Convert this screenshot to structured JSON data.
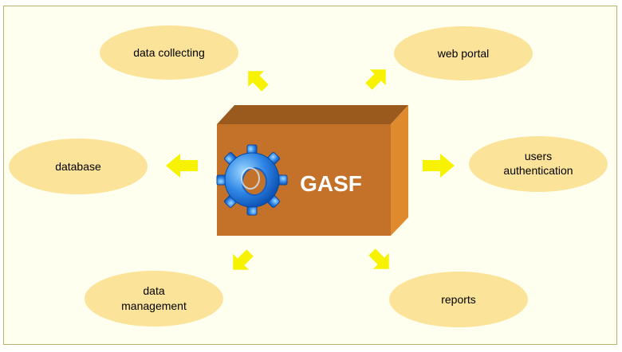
{
  "diagram": {
    "center": {
      "label": "GASF",
      "icon": "gear-icon"
    },
    "nodes": [
      {
        "id": "data-collecting",
        "lines": [
          "data collecting"
        ]
      },
      {
        "id": "web-portal",
        "lines": [
          "web portal"
        ]
      },
      {
        "id": "database",
        "lines": [
          "database"
        ]
      },
      {
        "id": "users-authentication",
        "lines": [
          "users",
          "authentication"
        ]
      },
      {
        "id": "data-management",
        "lines": [
          "data",
          "management"
        ]
      },
      {
        "id": "reports",
        "lines": [
          "reports"
        ]
      }
    ],
    "colors": {
      "ellipse": "#fbe39a",
      "arrow": "#f7f200",
      "box_front": "#c4722a",
      "box_top": "#9a5a1e",
      "box_side": "#e08a2e",
      "frame_border": "#b8b070",
      "background": "#fffff0"
    }
  }
}
